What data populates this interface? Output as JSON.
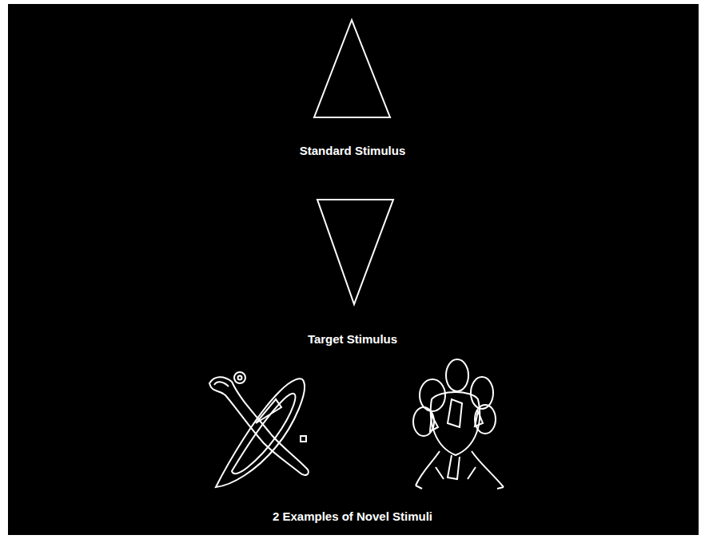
{
  "diagram": {
    "labels": [
      "Standard Stimulus",
      "Target Stimulus",
      "2 Examples of Novel Stimuli"
    ]
  }
}
